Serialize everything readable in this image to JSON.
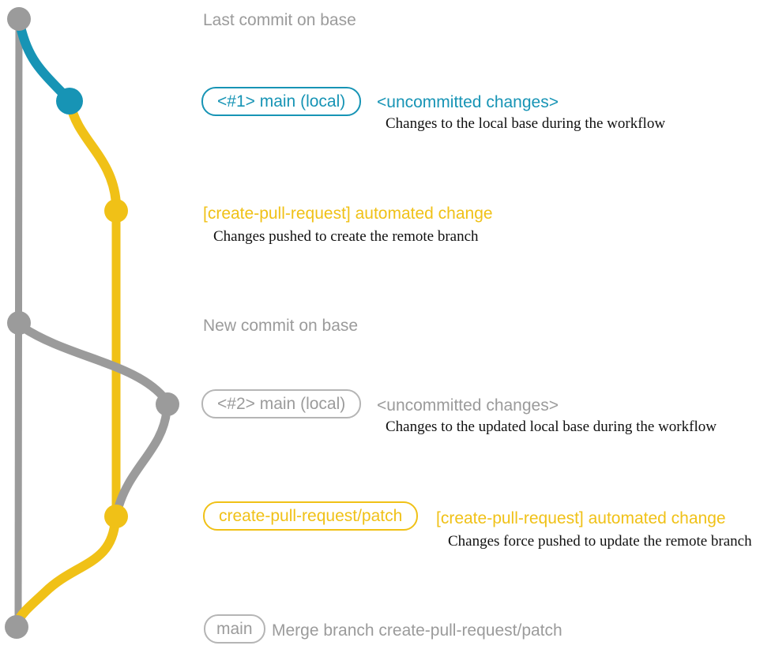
{
  "colors": {
    "base_gray": "#9b9b9b",
    "local_main_teal": "#1794b5",
    "patch_yellow": "#f0c117",
    "note_black": "#111111"
  },
  "graph": {
    "branches": [
      {
        "id": "base",
        "color": "#9b9b9b"
      },
      {
        "id": "local-main",
        "color": "#1794b5"
      },
      {
        "id": "create-pull-request-patch",
        "color": "#f0c117"
      }
    ],
    "commits": [
      {
        "id": "last-commit-on-base",
        "branch": "base",
        "dot_color": "#9b9b9b"
      },
      {
        "id": "uncommitted-changes-1",
        "branch": "local-main",
        "dot_color": "#1794b5"
      },
      {
        "id": "automated-change-1",
        "branch": "create-pull-request-patch",
        "dot_color": "#f0c117"
      },
      {
        "id": "new-commit-on-base",
        "branch": "base",
        "dot_color": "#9b9b9b"
      },
      {
        "id": "uncommitted-changes-2",
        "branch": "local-main",
        "dot_color": "#9b9b9b"
      },
      {
        "id": "automated-change-2",
        "branch": "create-pull-request-patch",
        "dot_color": "#f0c117"
      },
      {
        "id": "merge-commit",
        "branch": "base",
        "dot_color": "#9b9b9b"
      }
    ]
  },
  "annotations": {
    "last_commit": "Last commit on base",
    "branch1_box": "<#1> main (local)",
    "branch1_status": "<uncommitted changes>",
    "branch1_desc": "Changes to the local base during the workflow",
    "auto_change1": "[create-pull-request] automated change",
    "auto_change1_desc": "Changes pushed to create the remote branch",
    "new_commit": "New commit on base",
    "branch2_box": "<#2> main (local)",
    "branch2_status": "<uncommitted changes>",
    "branch2_desc": "Changes to the updated local base during the workflow",
    "patch_box": "create-pull-request/patch",
    "auto_change2": "[create-pull-request] automated change",
    "auto_change2_desc": "Changes force pushed to update the remote branch",
    "main_box": "main",
    "merge_label": "Merge branch create-pull-request/patch"
  }
}
